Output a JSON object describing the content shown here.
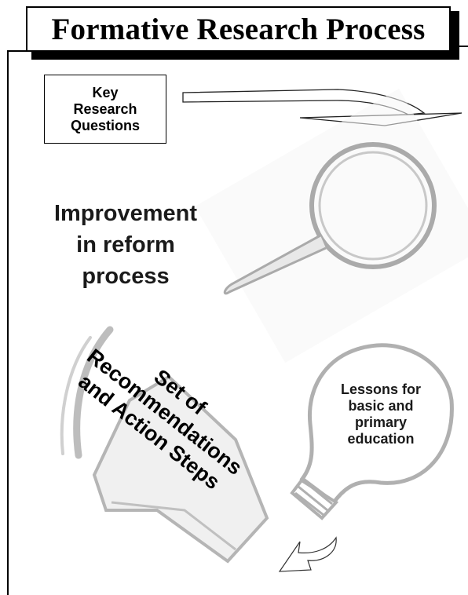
{
  "title": "Formative Research Process",
  "key_research_questions": [
    "Key",
    "Research",
    "Questions"
  ],
  "improvement": [
    "Improvement",
    "in reform",
    "process"
  ],
  "recommendations": [
    "Set of",
    "Recommendations",
    "and Action Steps"
  ],
  "lessons": [
    "Lessons for",
    "basic and",
    "primary",
    "education"
  ],
  "icons": [
    "right-arrow-icon",
    "magnifying-glass-icon",
    "arrow-icon",
    "light-bulb-icon",
    "curved-arrow-icon"
  ]
}
